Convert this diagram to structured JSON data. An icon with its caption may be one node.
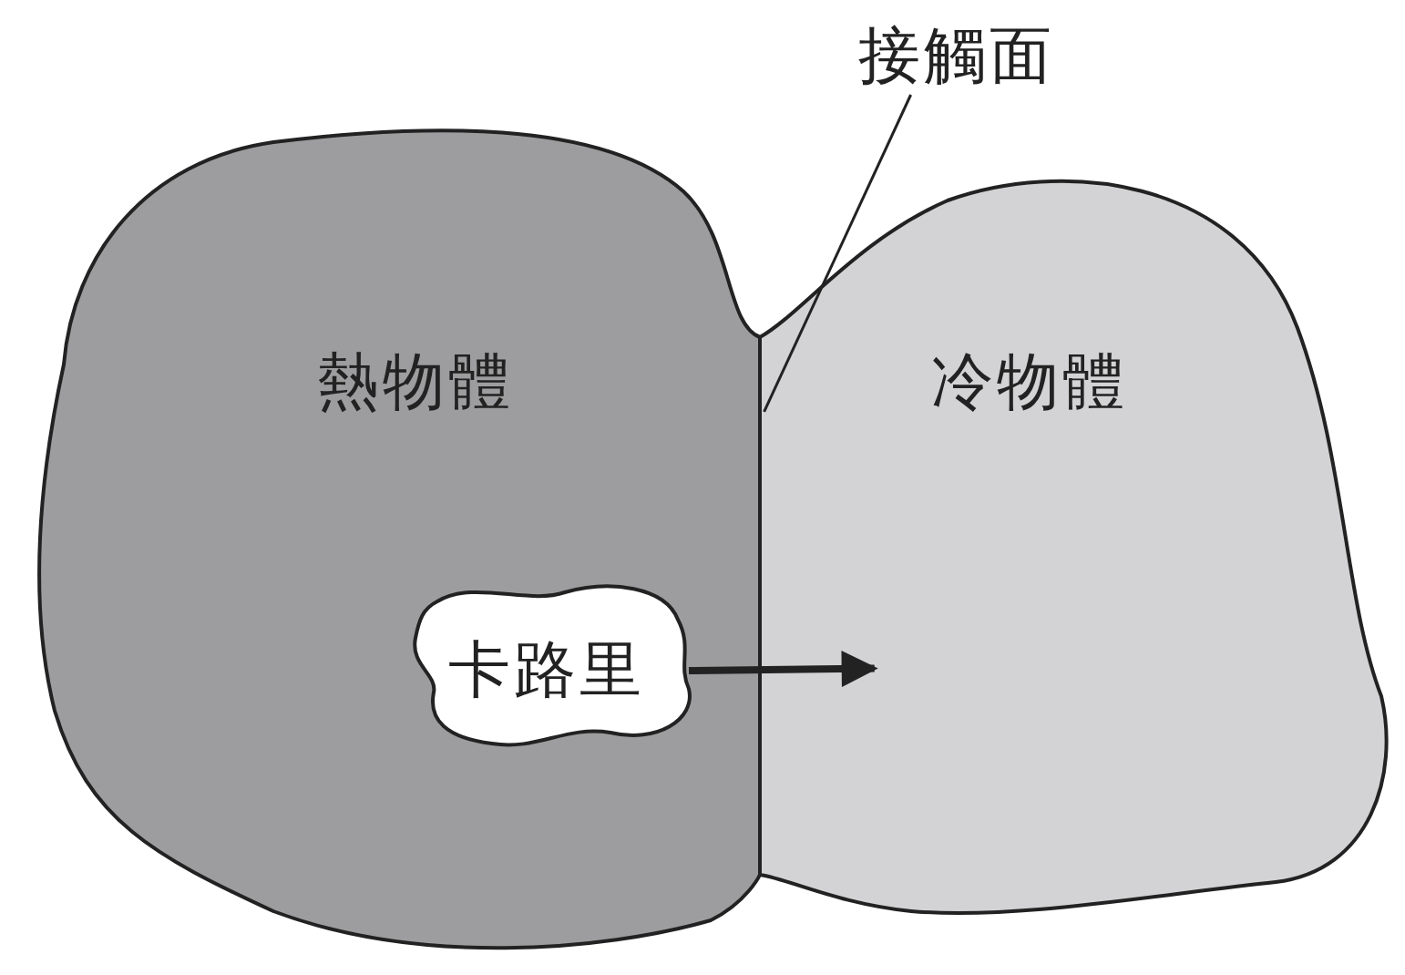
{
  "diagram": {
    "nodes": [
      {
        "text": [
          "熱物體"
        ]
      },
      {
        "text": [
          "冷物體"
        ]
      },
      {
        "text": [
          "卡路里"
        ],
        "in": 0
      },
      {
        "text": [
          "接觸面"
        ]
      }
    ],
    "edges": [
      {
        "from": 3,
        "to": 1,
        "arrow": "none"
      },
      {
        "from": 2,
        "to": 1,
        "arrow": "to",
        "style": "thick"
      }
    ]
  }
}
